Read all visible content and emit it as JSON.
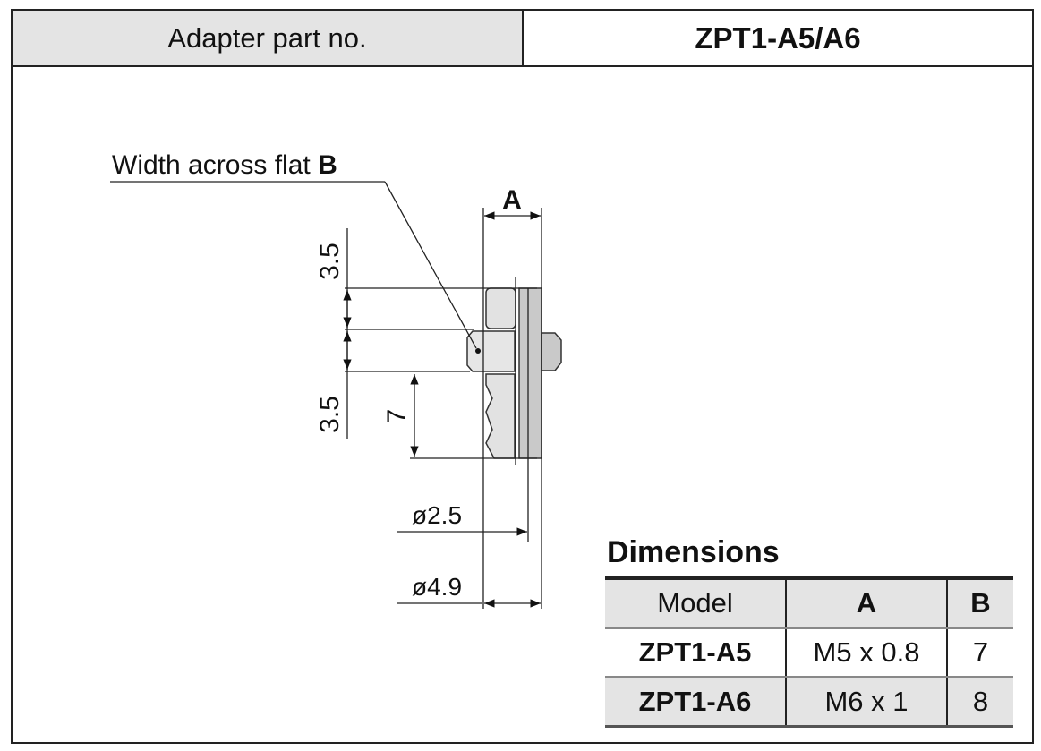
{
  "header": {
    "label": "Adapter part no.",
    "part_no": "ZPT1-A5/A6"
  },
  "drawing": {
    "flat_label": "Width across flat ",
    "flat_symbol": "B",
    "dim_a": "A",
    "dim_top": "3.5",
    "dim_bottom": "3.5",
    "dim_seven": "7",
    "dia_inner": "ø2.5",
    "dia_outer": "ø4.9"
  },
  "dimensions": {
    "title": "Dimensions",
    "columns": [
      "Model",
      "A",
      "B"
    ],
    "rows": [
      {
        "model": "ZPT1-A5",
        "a": "M5 x 0.8",
        "b": "7"
      },
      {
        "model": "ZPT1-A6",
        "a": "M6 x 1",
        "b": "8"
      }
    ]
  }
}
